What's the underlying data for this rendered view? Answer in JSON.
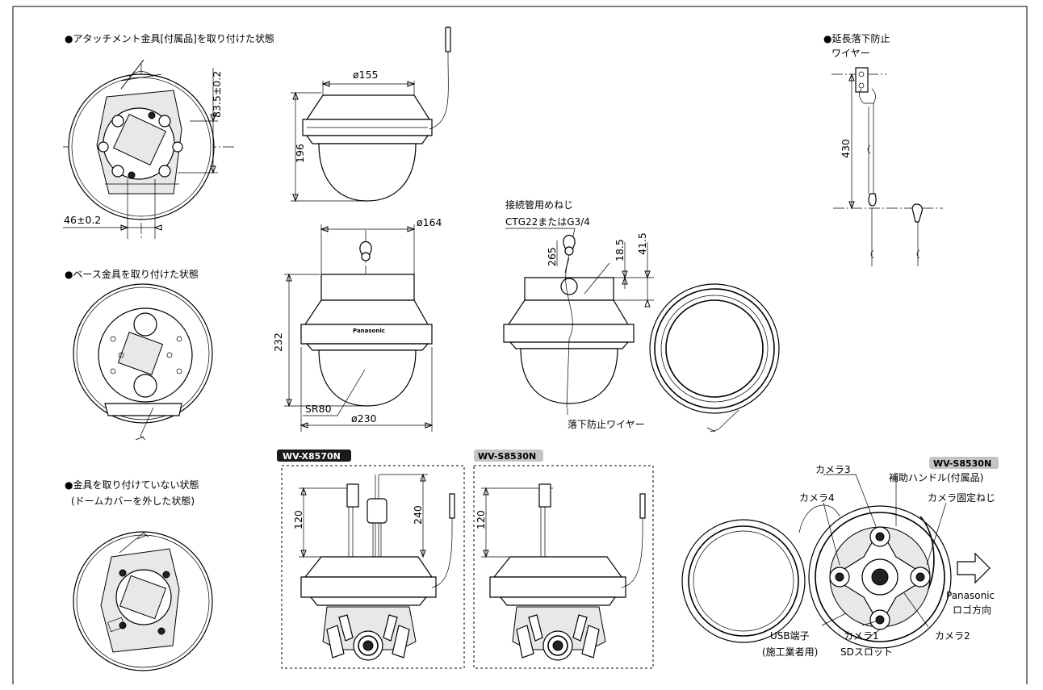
{
  "captions": {
    "attachment": "●アタッチメント金具[付属品]を取り付けた状態",
    "base": "●ベース金具を取り付けた状態",
    "no_bracket_1": "●金具を取り付けていない状態",
    "no_bracket_2": "(ドームカバーを外した状態)",
    "extension_wire_1": "●延長落下防止",
    "extension_wire_2": "ワイヤー"
  },
  "dimensions": {
    "d83": "83.5±0.2",
    "d46": "46±0.2",
    "d155": "ø155",
    "d196": "196",
    "d164": "ø164",
    "d232": "232",
    "dSR80": "SR80",
    "d230": "ø230",
    "d265": "265",
    "d18": "18.5",
    "d41": "41.5",
    "d430": "430",
    "d120a": "120",
    "d240": "240",
    "d120b": "120"
  },
  "labels": {
    "thread_1": "接続管用めねじ",
    "thread_2": "CTG22またはG3/4",
    "fall_wire": "落下防止ワイヤー",
    "brand": "Panasonic",
    "camera3": "カメラ3",
    "aux_handle": "補助ハンドル(付属品)",
    "camera4": "カメラ4",
    "camera_screw": "カメラ固定ねじ",
    "logo_dir_1": "Panasonic",
    "logo_dir_2": "ロゴ方向",
    "usb_1": "USB端子",
    "usb_2": "(施工業者用)",
    "camera1": "カメラ1",
    "sd": "SDスロット",
    "camera2": "カメラ2"
  },
  "models": {
    "x8570n": "WV-X8570N",
    "s8530n_a": "WV-S8530N",
    "s8530n_b": "WV-S8530N"
  }
}
